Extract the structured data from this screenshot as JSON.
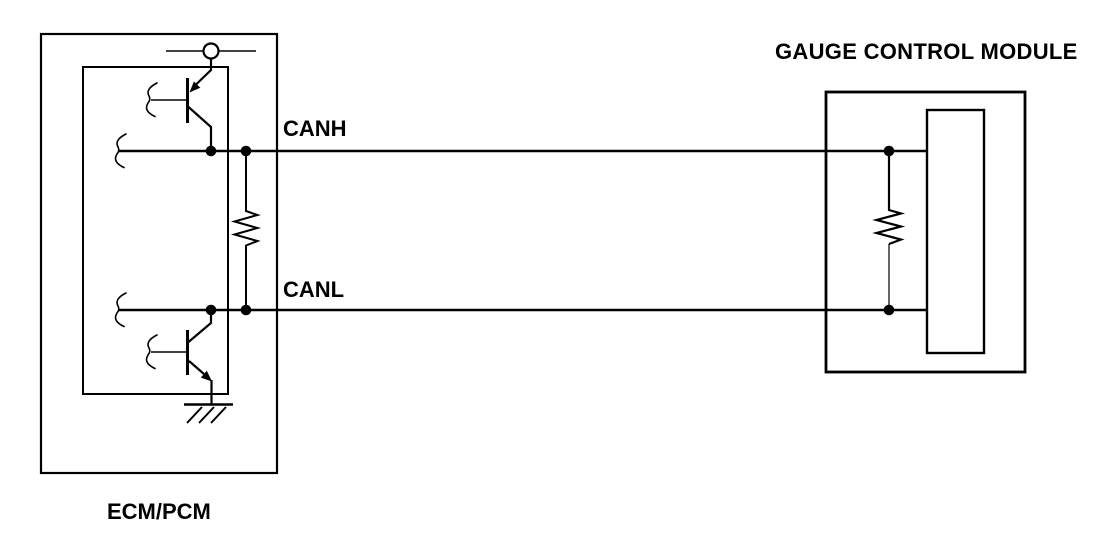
{
  "diagram": {
    "background": "#ffffff",
    "line_color": "#000000",
    "left_module": {
      "label": "ECM/PCM"
    },
    "right_module": {
      "label": "GAUGE CONTROL MODULE"
    },
    "bus_lines": [
      {
        "label": "CANH"
      },
      {
        "label": "CANL"
      }
    ]
  }
}
